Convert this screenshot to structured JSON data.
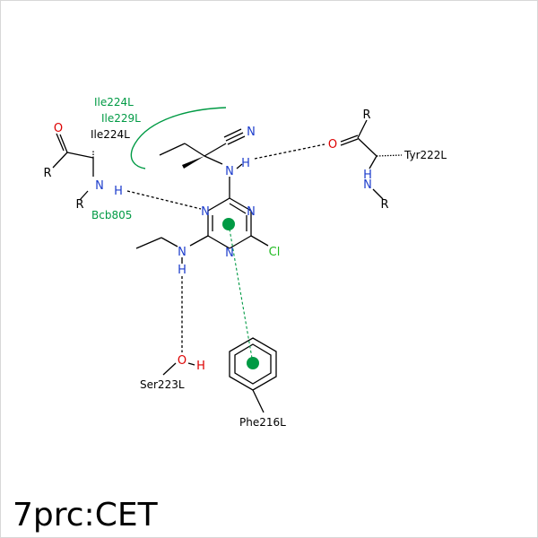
{
  "title": "7prc:CET",
  "colors": {
    "nitrogen": "#1d3dcc",
    "oxygen": "#dd0000",
    "chlorine": "#22bb22",
    "hydrophobic": "#009a44",
    "black": "#000000"
  },
  "hydrophobic_labels": [
    "Ile224L",
    "Ile229L",
    "Bcb805"
  ],
  "residues": {
    "ile224": "Ile224L",
    "tyr222": "Tyr222L",
    "ser223": "Ser223L",
    "phe216": "Phe216L"
  },
  "atoms": {
    "N": "N",
    "H": "H",
    "O": "O",
    "Cl": "Cl",
    "R": "R"
  }
}
